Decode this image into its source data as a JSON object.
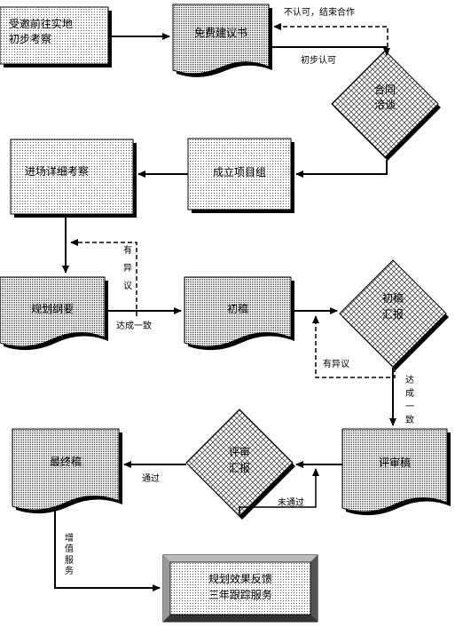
{
  "nodes": {
    "invite": {
      "lines": [
        "受邀前往实地",
        "初步考察"
      ]
    },
    "proposal": {
      "lines": [
        "免费建议书"
      ]
    },
    "negotiate": {
      "lines": [
        "合同",
        "洽谈"
      ]
    },
    "team": {
      "lines": [
        "成立项目组"
      ]
    },
    "survey": {
      "lines": [
        "进场详细考察"
      ]
    },
    "outline": {
      "lines": [
        "规划纲要"
      ]
    },
    "draft": {
      "lines": [
        "初稿"
      ]
    },
    "draft_report": {
      "lines": [
        "初稿",
        "汇报"
      ]
    },
    "review_draft": {
      "lines": [
        "评审稿"
      ]
    },
    "review_report": {
      "lines": [
        "评审",
        "汇报"
      ]
    },
    "final": {
      "lines": [
        "最终稿"
      ]
    },
    "service": {
      "lines": [
        "规划效果反馈",
        "三年跟踪服务"
      ]
    }
  },
  "annotations": {
    "disagree_contract": "不认可，结束合作",
    "initial_accept": "初步认可",
    "objection_1": [
      "有",
      "异",
      "议"
    ],
    "consensus_1": "达成一致",
    "objection_2": "有异议",
    "consensus_2": [
      "达",
      "成",
      "一",
      "致"
    ],
    "passed": "通过",
    "not_passed": "未通过",
    "value_added": [
      "增",
      "值",
      "服",
      "务"
    ]
  }
}
